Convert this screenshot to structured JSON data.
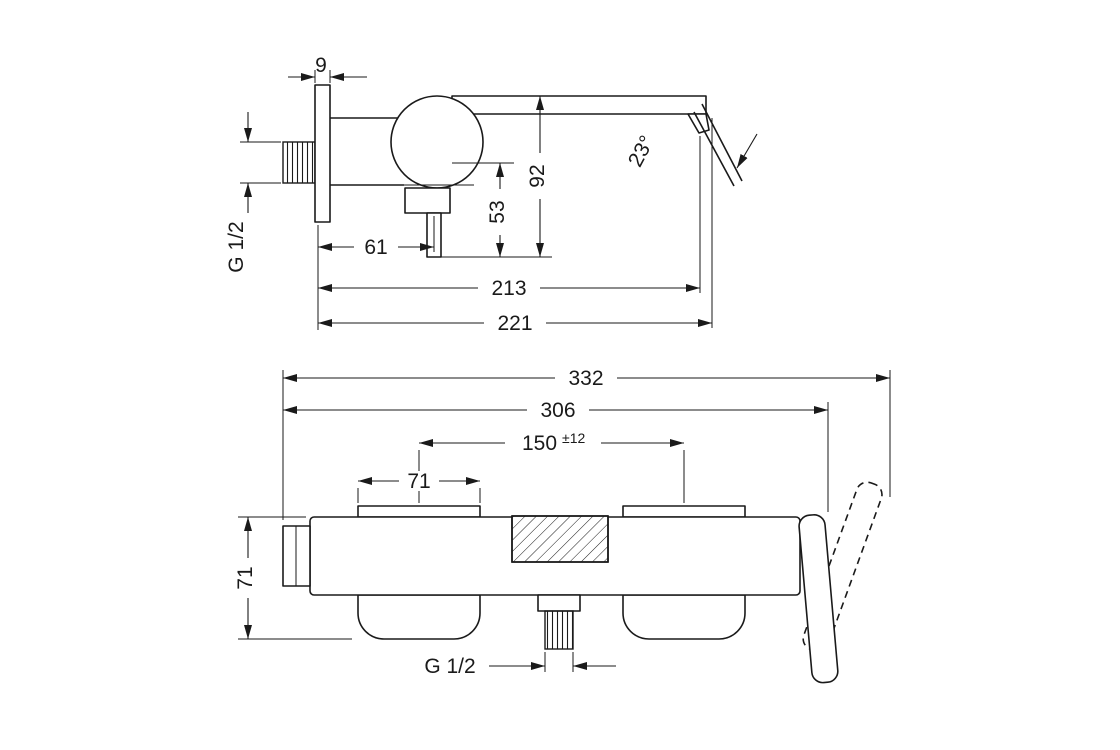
{
  "page": {
    "background": "#ffffff",
    "line_color": "#1a1a1a"
  },
  "side_view": {
    "dims": {
      "flange_depth": "9",
      "spout_height": "92",
      "outlet_height": "53",
      "outlet_offset": "61",
      "spout_reach": "213",
      "total_depth": "221",
      "spout_angle": "23°",
      "connection_thread": "G 1/2"
    }
  },
  "front_view": {
    "dims": {
      "total_width": "332",
      "body_width": "306",
      "center_distance": "150",
      "center_tolerance": "±12",
      "escutcheon_width": "71",
      "body_height": "71",
      "outlet_thread": "G 1/2"
    }
  }
}
